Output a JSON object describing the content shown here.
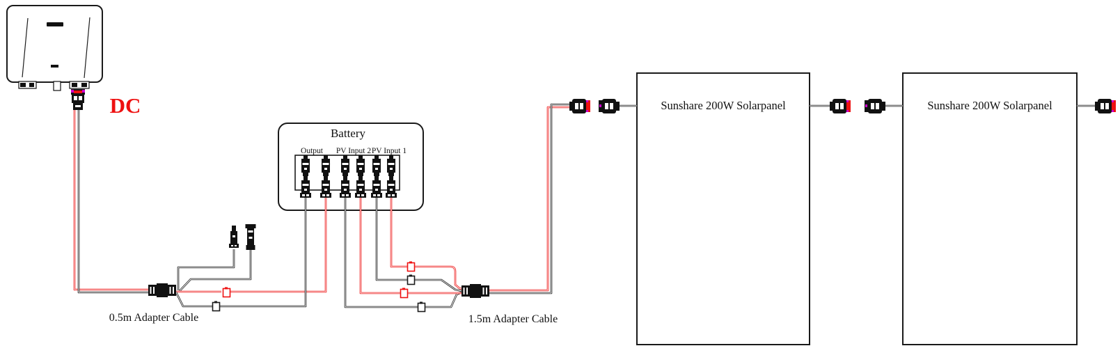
{
  "diagram": {
    "type": "wiring-diagram",
    "dc_label": "DC",
    "battery": {
      "title": "Battery",
      "port_labels": [
        "Output",
        "PV Input 2",
        "PV Input 1"
      ]
    },
    "panels": [
      {
        "label": "Sunshare 200W Solarpanel"
      },
      {
        "label": "Sunshare 200W Solarpanel"
      }
    ],
    "cable_labels": {
      "left": "0.5m Adapter Cable",
      "right": "1.5m Adapter Cable"
    },
    "colors": {
      "wire_red": "#ee1111",
      "wire_black": "#1a1a1a",
      "dc_text": "#ee1111",
      "connector_accent_magenta": "#cc00cc",
      "connector_tip_red": "#ee1111"
    }
  }
}
